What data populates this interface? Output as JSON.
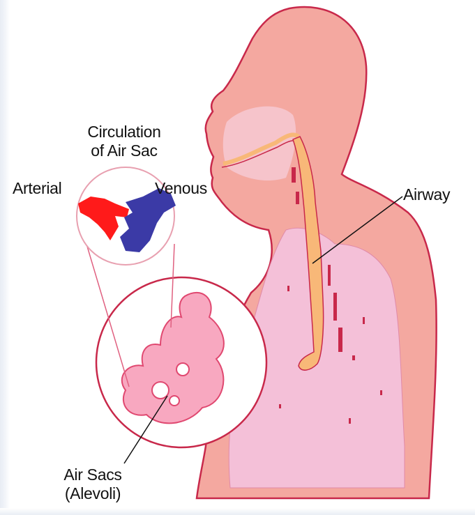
{
  "labels": {
    "circulation_line1": "Circulation",
    "circulation_line2": "of Air Sac",
    "arterial": "Arterial",
    "venous": "Venous",
    "airway": "Airway",
    "air_sacs_line1": "Air Sacs",
    "air_sacs_line2": "(Alevoli)"
  },
  "colors": {
    "skin": "#f4a8a0",
    "skin_light": "#f6c6cf",
    "outline": "#c8284a",
    "lung_fill": "#f4c0d8",
    "airway": "#f8b878",
    "arterial": "#ff1a1a",
    "venous": "#3b3aa6",
    "alveoli": "#f06888"
  }
}
